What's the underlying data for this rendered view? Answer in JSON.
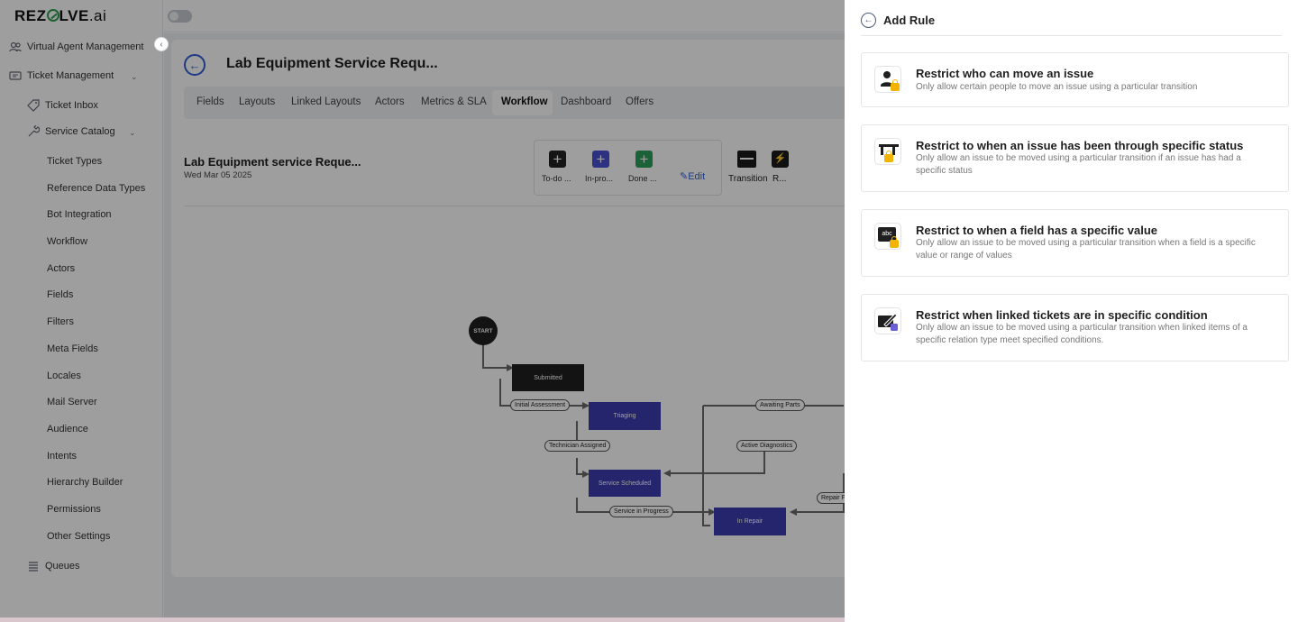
{
  "app": {
    "logo": "REZOLVE.ai",
    "logo_main": "REZ",
    "logo_rest": "LVE",
    "logo_suffix": ".ai"
  },
  "sidebar": {
    "items": [
      {
        "label": "Virtual Agent Management",
        "icon": "agents-icon"
      },
      {
        "label": "Ticket Management",
        "icon": "ticket-icon"
      },
      {
        "label": "Ticket Inbox",
        "icon": "tag-icon"
      },
      {
        "label": "Service Catalog",
        "icon": "wrench-icon"
      },
      {
        "label": "Queues",
        "icon": "queues-icon"
      }
    ],
    "service_catalog_items": [
      "Ticket Types",
      "Reference Data Types",
      "Bot Integration",
      "Workflow",
      "Actors",
      "Fields",
      "Filters",
      "Meta Fields",
      "Locales",
      "Mail Server",
      "Audience",
      "Intents",
      "Hierarchy Builder",
      "Permissions",
      "Other Settings"
    ]
  },
  "page": {
    "title": "Lab Equipment Service Requ...",
    "tabs": [
      "Fields",
      "Layouts",
      "Linked Layouts",
      "Actors",
      "Metrics & SLA",
      "Workflow",
      "Dashboard",
      "Offers"
    ],
    "active_tab": "Workflow"
  },
  "workflow": {
    "name": "Lab Equipment service Reque...",
    "date": "Wed Mar 05 2025",
    "status_buttons": [
      {
        "label": "To-do ...",
        "color": "#222222"
      },
      {
        "label": "In-pro...",
        "color": "#4a4fd0"
      },
      {
        "label": "Done ...",
        "color": "#2e9e5b"
      }
    ],
    "edit_label": "Edit",
    "transition_label": "Transition",
    "rules_label": "R...",
    "nodes": {
      "start": "START",
      "submitted": "Submitted",
      "triaging": "Triaging",
      "service_scheduled": "Service Scheduled",
      "in_repair": "In Repair"
    },
    "transitions": {
      "initial_assessment": "Initial Assessment",
      "technician_assigned": "Technician Assigned",
      "service_in_progress": "Service in Progress",
      "awaiting_parts": "Awaiting Parts",
      "active_diagnostics": "Active Diagnostics",
      "repair_f": "Repair Fi..."
    }
  },
  "drawer": {
    "title": "Add Rule",
    "rules": [
      {
        "title": "Restrict who can move an issue",
        "description": "Only allow certain people to move an issue using a particular transition",
        "icon": "person-lock-icon"
      },
      {
        "title": "Restrict to when an issue has been through specific status",
        "description": "Only allow an issue to be moved using a particular transition if an issue has had a specific status",
        "icon": "status-lock-icon"
      },
      {
        "title": "Restrict to when a field has a specific value",
        "description": "Only allow an issue to be moved using a particular transition when a field is a specific value or range of values",
        "icon": "field-lock-icon",
        "icon_text": "abc"
      },
      {
        "title": "Restrict when linked tickets are in specific condition",
        "description": "Only allow an issue to be moved using a particular transition when linked items of a specific relation type meet specified conditions.",
        "icon": "linked-edit-icon"
      }
    ]
  }
}
